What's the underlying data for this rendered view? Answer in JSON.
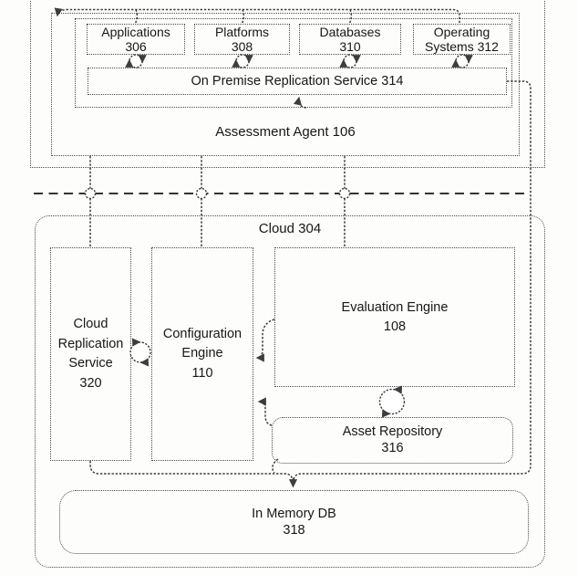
{
  "figure": {
    "on_premise": {
      "components": [
        {
          "label": "Applications\n306"
        },
        {
          "label": "Platforms\n308"
        },
        {
          "label": "Databases\n310"
        },
        {
          "label": "Operating\nSystems 312"
        }
      ],
      "replication_service_label": "On Premise Replication Service 314",
      "agent_label": "Assessment Agent 106"
    },
    "cloud": {
      "label": "Cloud 304",
      "replication_service_label": "Cloud\nReplication\nService\n320",
      "configuration_engine_label": "Configuration\nEngine\n110",
      "evaluation_engine_label": "Evaluation Engine\n108",
      "asset_repository_label": "Asset Repository\n316",
      "in_memory_db_label": "In Memory DB\n318"
    },
    "line_color": "#3d3d3d"
  }
}
